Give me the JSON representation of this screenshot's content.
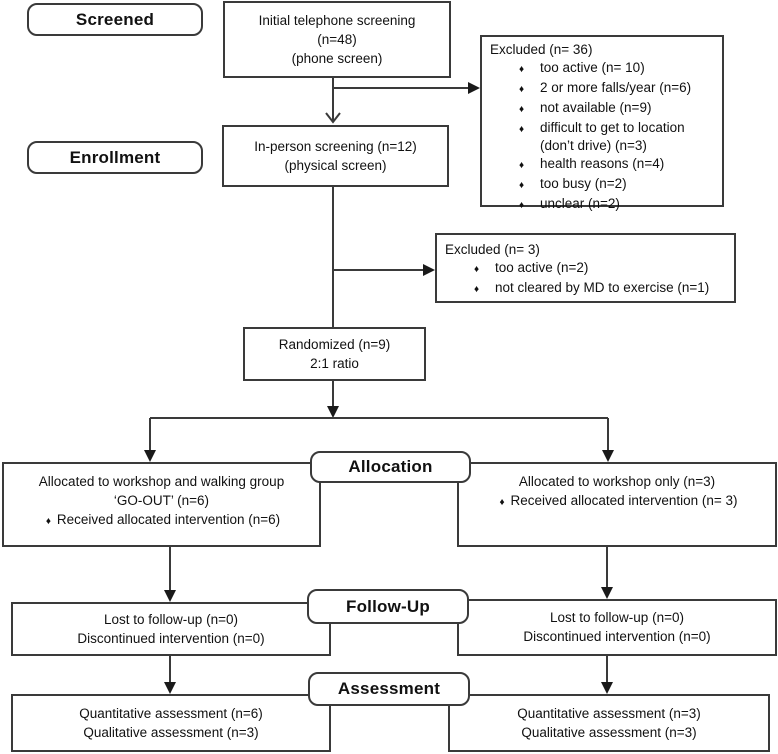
{
  "stage_labels": {
    "screened": "Screened",
    "enrollment": "Enrollment",
    "allocation": "Allocation",
    "follow_up": "Follow-Up",
    "assessment": "Assessment"
  },
  "bullet_glyph": "♦",
  "boxes": {
    "phone_screening": {
      "lines": [
        "Initial telephone screening",
        "(n=48)",
        "(phone screen)"
      ]
    },
    "excluded_phone": {
      "title": "Excluded (n= 36)",
      "items": [
        "too active (n= 10)",
        "2 or more falls/year (n=6)",
        "not available (n=9)",
        "difficult to get to location (don’t drive) (n=3)",
        "health reasons (n=4)",
        "too busy (n=2)",
        "unclear (n=2)"
      ]
    },
    "in_person_screening": {
      "lines": [
        "In-person screening (n=12)",
        "(physical screen)"
      ]
    },
    "excluded_in_person": {
      "title": "Excluded (n= 3)",
      "items": [
        "too active (n=2)",
        "not cleared by MD to exercise (n=1)"
      ]
    },
    "randomized": {
      "lines": [
        "Randomized (n=9)",
        "2:1 ratio"
      ]
    },
    "allocated_go_out": {
      "lines": [
        "Allocated to workshop and walking group",
        "‘GO-OUT’ (n=6)"
      ],
      "bullet_item": "Received allocated intervention (n=6)"
    },
    "allocated_workshop_only": {
      "lines": [
        "Allocated to workshop only (n=3)"
      ],
      "bullet_item": "Received allocated intervention (n= 3)"
    },
    "follow_up_go_out": {
      "lines": [
        "Lost to follow-up (n=0)",
        "Discontinued intervention (n=0)"
      ]
    },
    "follow_up_workshop_only": {
      "lines": [
        "Lost to follow-up (n=0)",
        "Discontinued intervention (n=0)"
      ]
    },
    "assessment_go_out": {
      "lines": [
        "Quantitative assessment (n=6)",
        "Qualitative assessment (n=3)"
      ]
    },
    "assessment_workshop_only": {
      "lines": [
        "Quantitative assessment (n=3)",
        "Qualitative assessment (n=3)"
      ]
    }
  },
  "colors": {
    "line": "#3a3a3a",
    "border": "#3a3a3a",
    "text": "#111111",
    "background": "#ffffff"
  }
}
